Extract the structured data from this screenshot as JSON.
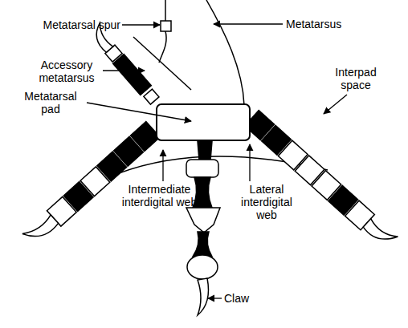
{
  "diagram": {
    "labels": [
      "Metatarsal spur",
      "Metatarsus",
      "Accessory metatarsus",
      "Metatarsal pad",
      "Interpad space",
      "Intermediate interdigital web",
      "Lateral interdigital web",
      "Claw"
    ]
  }
}
